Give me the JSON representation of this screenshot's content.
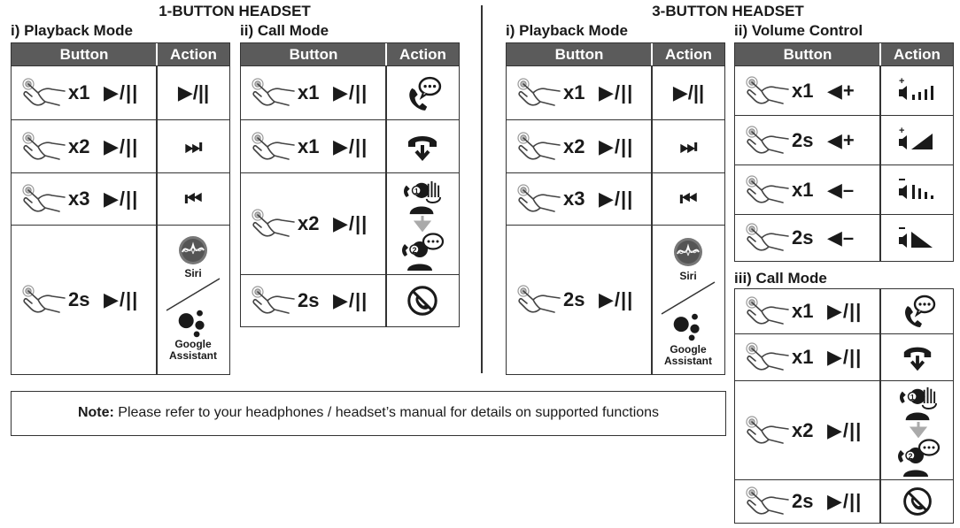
{
  "one_button": {
    "title": "1-BUTTON HEADSET",
    "playback": {
      "title": "i) Playback Mode",
      "col_button": "Button",
      "col_action": "Action",
      "rows": [
        {
          "count": "x1",
          "press": "▶/||",
          "action": "▶/||"
        },
        {
          "count": "x2",
          "press": "▶/||",
          "action": "⏭"
        },
        {
          "count": "x3",
          "press": "▶/||",
          "action": "⏮"
        },
        {
          "count": "2s",
          "press": "▶/||",
          "siri_label": "Siri",
          "google_label": "Google Assistant"
        }
      ]
    },
    "call": {
      "title": "ii) Call Mode",
      "col_button": "Button",
      "col_action": "Action",
      "rows": [
        {
          "count": "x1",
          "press": "▶/||",
          "action_icon": "answer-call-icon"
        },
        {
          "count": "x1",
          "press": "▶/||",
          "action_icon": "end-call-icon"
        },
        {
          "count": "x2",
          "press": "▶/||",
          "action_icon": "switch-call-icon"
        },
        {
          "count": "2s",
          "press": "▶/||",
          "action_icon": "reject-call-icon"
        }
      ]
    }
  },
  "three_button": {
    "title": "3-BUTTON HEADSET",
    "playback": {
      "title": "i) Playback Mode",
      "col_button": "Button",
      "col_action": "Action",
      "rows": [
        {
          "count": "x1",
          "press": "▶/||",
          "action": "▶/||"
        },
        {
          "count": "x2",
          "press": "▶/||",
          "action": "⏭"
        },
        {
          "count": "x3",
          "press": "▶/||",
          "action": "⏮"
        },
        {
          "count": "2s",
          "press": "▶/||",
          "siri_label": "Siri",
          "google_label": "Google Assistant"
        }
      ]
    },
    "volume": {
      "title": "ii) Volume Control",
      "col_button": "Button",
      "col_action": "Action",
      "rows": [
        {
          "count": "x1",
          "press": "◀+",
          "action_icon": "volume-up-step-icon"
        },
        {
          "count": "2s",
          "press": "◀+",
          "action_icon": "volume-up-continuous-icon"
        },
        {
          "count": "x1",
          "press": "◀–",
          "action_icon": "volume-down-step-icon"
        },
        {
          "count": "2s",
          "press": "◀–",
          "action_icon": "volume-down-continuous-icon"
        }
      ]
    },
    "call": {
      "title": "iii) Call Mode",
      "rows": [
        {
          "count": "x1",
          "press": "▶/||",
          "action_icon": "answer-call-icon"
        },
        {
          "count": "x1",
          "press": "▶/||",
          "action_icon": "end-call-icon"
        },
        {
          "count": "x2",
          "press": "▶/||",
          "action_icon": "switch-call-icon"
        },
        {
          "count": "2s",
          "press": "▶/||",
          "action_icon": "reject-call-icon"
        }
      ]
    }
  },
  "note": {
    "label": "Note:",
    "text": " Please refer to your headphones / headset’s manual for details on supported functions"
  },
  "colors": {
    "header_bg": "#5b5b5b",
    "border": "#333333"
  }
}
